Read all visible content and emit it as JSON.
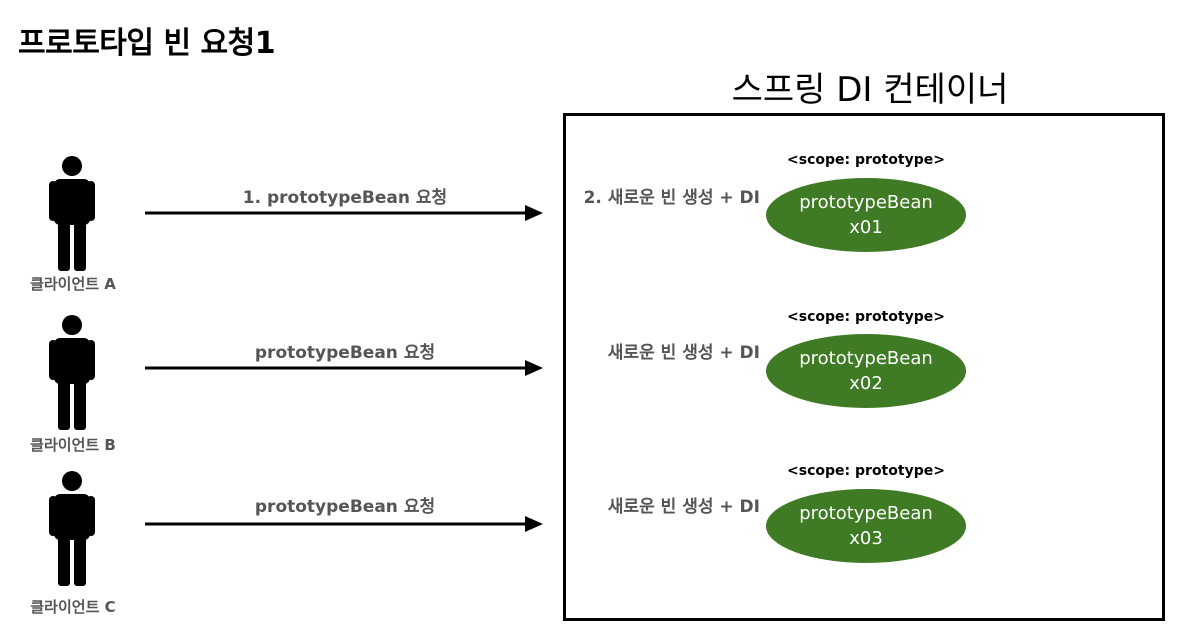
{
  "page_title": "프로토타입 빈 요청1",
  "container": {
    "title": "스프링 DI 컨테이너"
  },
  "clients": [
    {
      "label": "클라이언트 A"
    },
    {
      "label": "클라이언트 B"
    },
    {
      "label": "클라이언트 C"
    }
  ],
  "requests": [
    {
      "label": "1. prototypeBean 요청"
    },
    {
      "label": "prototypeBean 요청"
    },
    {
      "label": "prototypeBean 요청"
    }
  ],
  "creations": [
    {
      "label": "2. 새로운 빈 생성 + DI"
    },
    {
      "label": "새로운 빈 생성 + DI"
    },
    {
      "label": "새로운 빈 생성 + DI"
    }
  ],
  "beans": [
    {
      "scope": "<scope: prototype>",
      "name": "prototypeBean",
      "id": "x01"
    },
    {
      "scope": "<scope: prototype>",
      "name": "prototypeBean",
      "id": "x02"
    },
    {
      "scope": "<scope: prototype>",
      "name": "prototypeBean",
      "id": "x03"
    }
  ],
  "colors": {
    "bean_fill": "#3f7a24",
    "label_gray": "#555555"
  }
}
